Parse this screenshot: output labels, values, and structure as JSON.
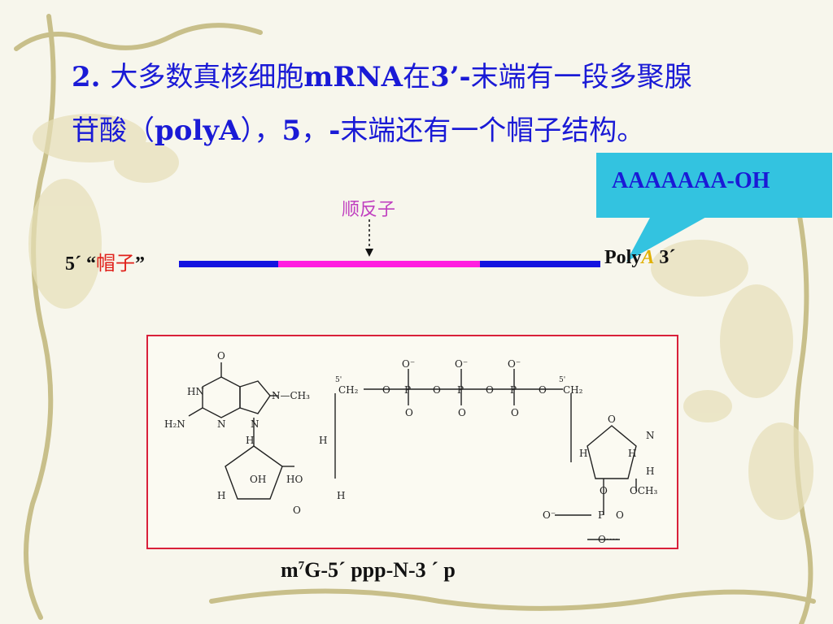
{
  "title": {
    "line1_num": "2. ",
    "line1_cjk_a": "大多数真核细胞",
    "line1_mrna": "mRNA",
    "line1_cjk_b": "在",
    "line1_3prime": "3’-",
    "line1_cjk_c": "末端有一段多聚腺",
    "line2_cjk_a": "苷酸（",
    "line2_polya": "polyA",
    "line2_cjk_b": "），",
    "line2_5": "5",
    "line2_cjk_c": "，",
    "line2_dash": "-",
    "line2_cjk_d": "末端还有一个帽子结构。"
  },
  "callout": {
    "text": "AAAAAAA-OH",
    "color": "#33c3e0"
  },
  "cistron_label": "顺反子",
  "left_end": {
    "prime": "5´",
    "open_quote": "“",
    "cap": "帽子",
    "close_quote": "”"
  },
  "right_end": {
    "poly": "Poly",
    "a": "A",
    "prime": " 3´"
  },
  "strand_colors": {
    "coding": "#ff1ee0",
    "flank": "#1414e0"
  },
  "structure": {
    "o_top": "O",
    "hn": "HN",
    "h2n": "H₂N",
    "n_ring1": "N",
    "n_ring2": "N",
    "n_methyl": "N—CH₃",
    "ch2_left": "CH₂",
    "ch2_right": "CH₂",
    "p": "P",
    "o": "O",
    "o_minus": "O⁻",
    "h": "H",
    "oh": "OH",
    "ho": "HO",
    "n_right": "N",
    "och3": "OCH₃",
    "o_minus_left": "O⁻",
    "o_dots": "O····",
    "five_prime": "5'"
  },
  "caption": {
    "m": "m",
    "sup": "7",
    "rest": "G-5´ ppp-N-3 ´ p"
  }
}
